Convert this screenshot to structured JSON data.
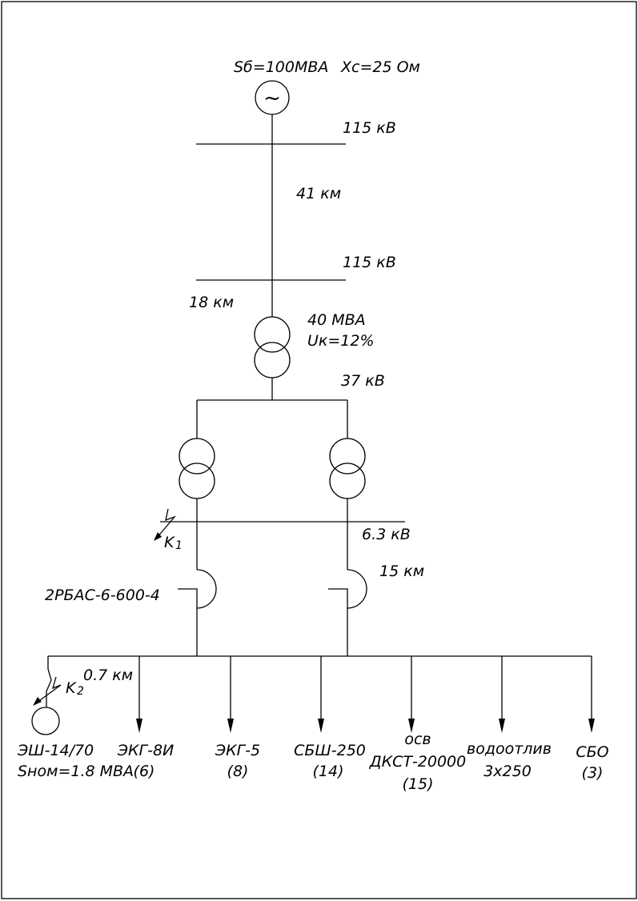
{
  "source": {
    "power_label": "Sб=100МВА",
    "reactance_label": "Xc=25 Ом",
    "symbol": "~"
  },
  "buses": {
    "bus1_voltage": "115 кВ",
    "bus2_voltage": "115 кВ",
    "bus3_voltage": "37 кВ",
    "bus4_voltage": "6.3 кВ"
  },
  "lines": {
    "line1_length": "41 км",
    "line2_length": "18 км",
    "line3_length": "15 км",
    "line4_length": "0.7 км"
  },
  "transformer_main": {
    "power": "40 МВА",
    "uk": "Uк=12%"
  },
  "reactor": {
    "type": "2РБАС-6-600-4"
  },
  "faults": {
    "k1": {
      "letter": "K",
      "index": "1"
    },
    "k2": {
      "letter": "K",
      "index": "2"
    }
  },
  "loads": [
    {
      "line1": "ЭШ-14/70",
      "line2": "Sном=1.8 МВА"
    },
    {
      "line1": "ЭКГ-8И",
      "line2": "(6)"
    },
    {
      "line1": "ЭКГ-5",
      "line2": "(8)"
    },
    {
      "line1": "СБШ-250",
      "line2": "(14)"
    },
    {
      "line1": "осв",
      "line2": "ДКСТ-20000",
      "line3": "(15)"
    },
    {
      "line1": "водоотлив",
      "line2": "3х250"
    },
    {
      "line1": "СБО",
      "line2": "(3)"
    }
  ]
}
